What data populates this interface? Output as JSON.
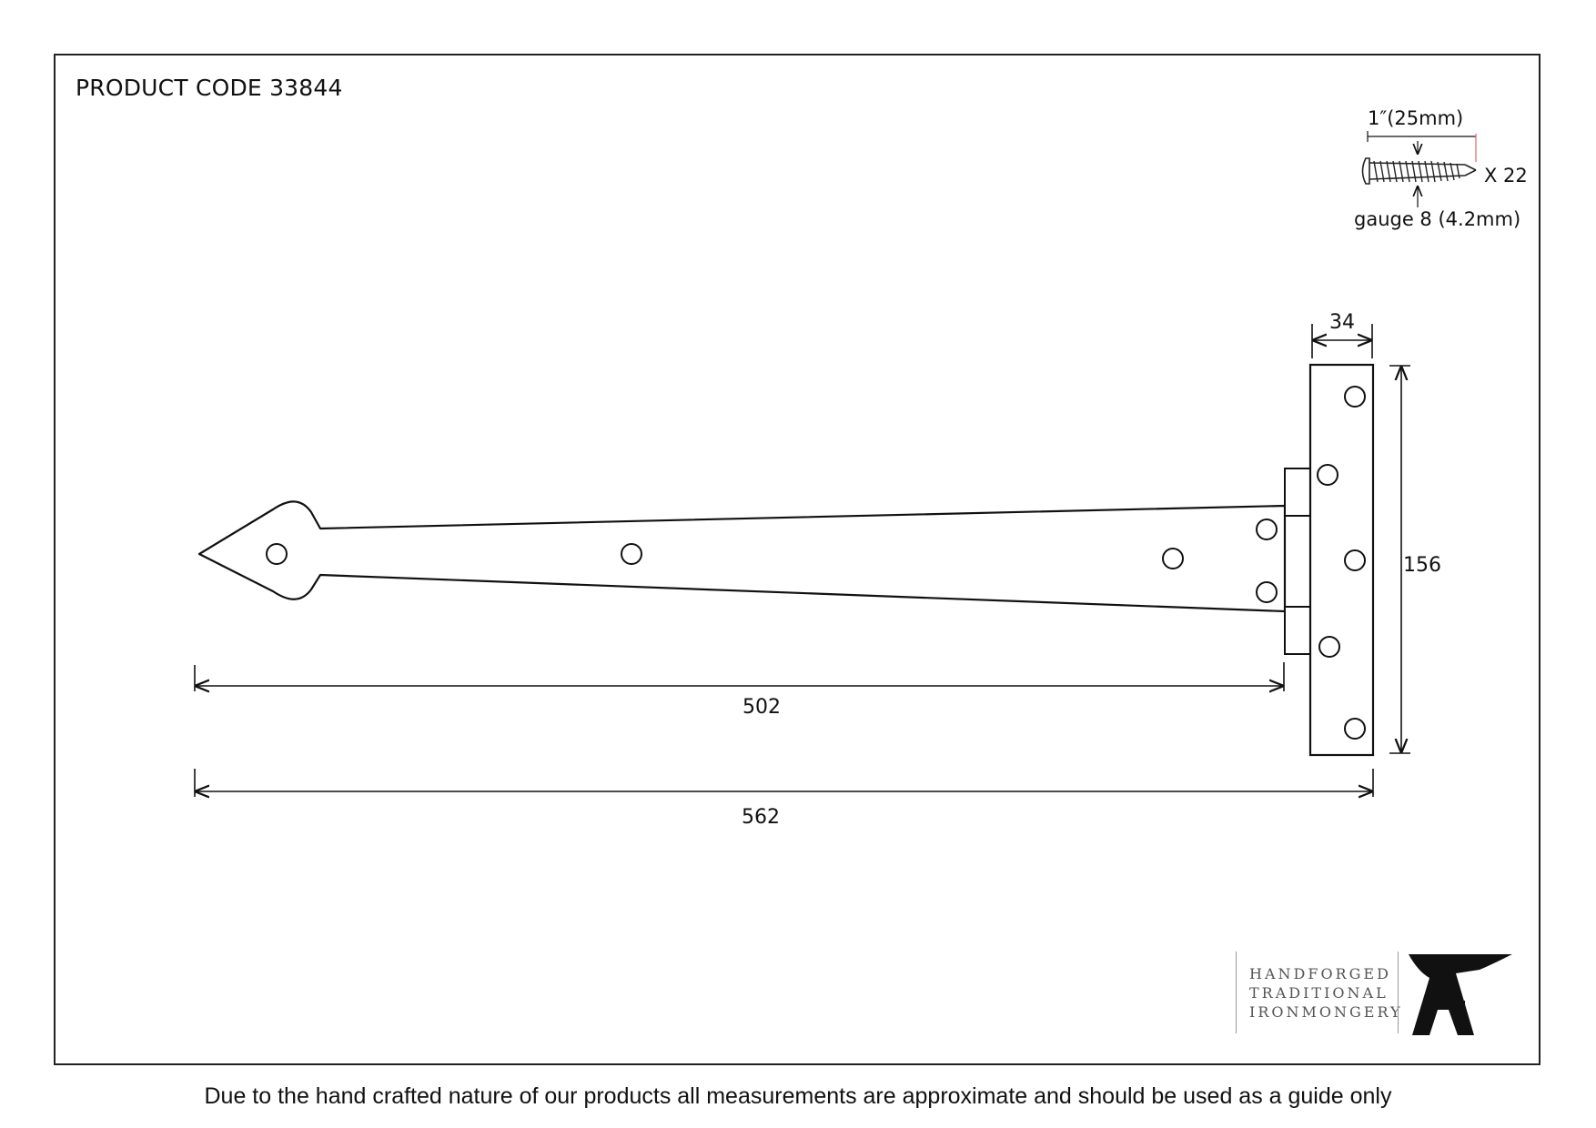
{
  "header": {
    "product_code": "PRODUCT CODE 33844"
  },
  "screw": {
    "length_label": "1″(25mm)",
    "quantity_label": "X 22",
    "gauge_label": "gauge 8 (4.2mm)"
  },
  "dimensions": {
    "strap_length": "502",
    "overall_length": "562",
    "plate_width": "34",
    "plate_height": "156"
  },
  "brand": {
    "lines": [
      "HANDFORGED",
      "TRADITIONAL",
      "IRONMONGERY"
    ],
    "logo_icon": "anvil-logo-icon"
  },
  "footer": {
    "disclaimer": "Due to the hand crafted nature of our products all measurements are approximate and should be used as a guide only"
  }
}
